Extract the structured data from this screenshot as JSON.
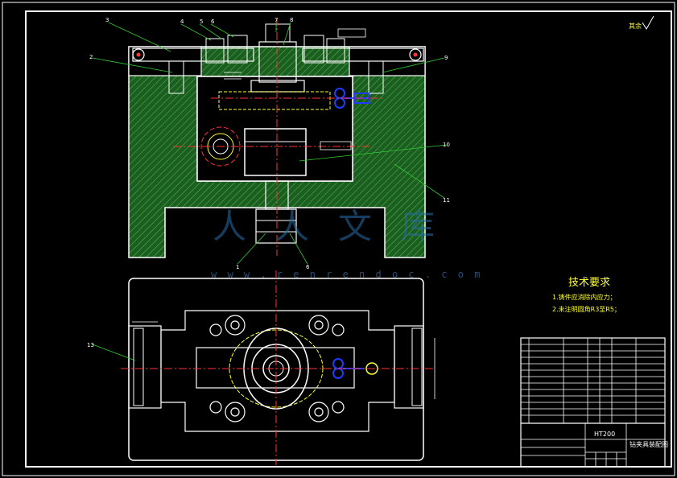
{
  "drawing": {
    "roughness_mark": "其余",
    "colors": {
      "background": "#000000",
      "frame": "#ffffff",
      "hatch": "#2e7d32",
      "centerline": "#ff3333",
      "hidden": "#ffff33",
      "accent": "#1e3cff",
      "leader": "#33cc33"
    }
  },
  "callouts": {
    "top": [
      "3",
      "4",
      "5",
      "6",
      "7",
      "8"
    ],
    "left": [
      "2",
      "13"
    ],
    "right": [
      "9",
      "10",
      "11"
    ],
    "bottom": [
      "1",
      "6"
    ]
  },
  "tech_requirements": {
    "title": "技术要求",
    "items": [
      "1.铸件应消除内应力；",
      "2.未注明圆角R3至R5；"
    ]
  },
  "title_block": {
    "material": "HT200",
    "drawing_name": "钻夹具装配图"
  },
  "watermark": {
    "chars": [
      "人",
      "人",
      "文",
      "库"
    ],
    "url": "w w w . r e n r e n d o c . c o m"
  }
}
